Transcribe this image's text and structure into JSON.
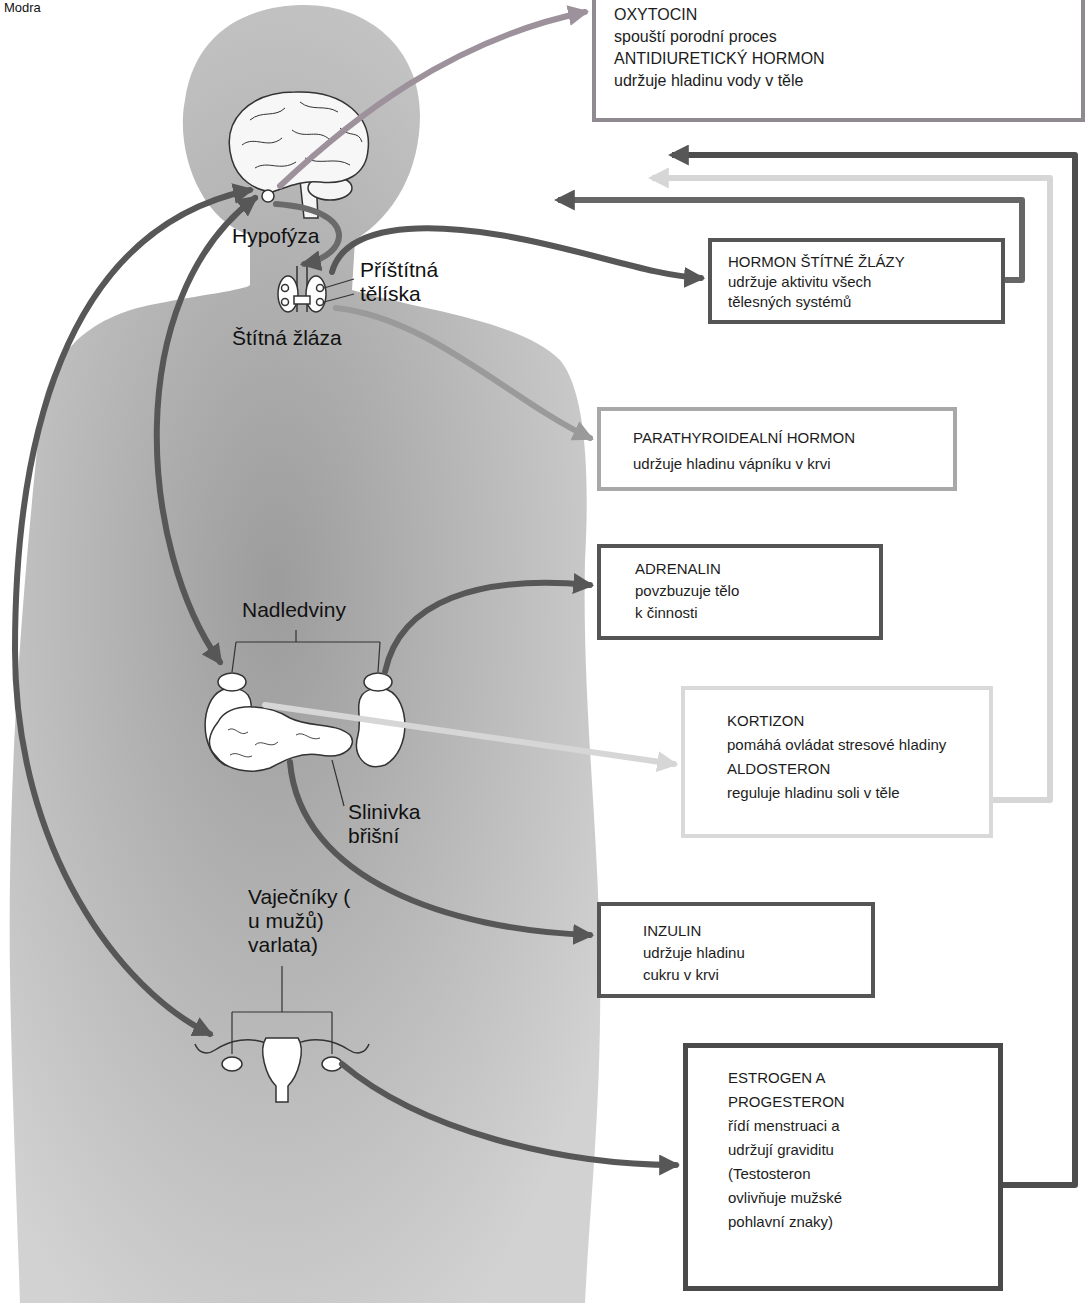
{
  "diagram": {
    "nodes": [
      {
        "text": [
          "OXYTOCIN",
          "spouští porodní proces",
          "ANTIDIURETICKÝ HORMON",
          "udržuje hladinu vody v těle"
        ]
      },
      {
        "text": [
          "HORMON ŠTÍTNÉ ŽLÁZY",
          "udržuje aktivitu všech tělesných systémů"
        ]
      },
      {
        "text": [
          "PARATHYROIDEALNÍ HORMON",
          "udržuje hladinu vápníku v krvi"
        ]
      },
      {
        "text": [
          "ADRENALIN",
          "povzbuzuje tělo k činnosti"
        ]
      },
      {
        "text": [
          "KORTIZON",
          "pomáhá ovládat stresové hladiny",
          "ALDOSTERON",
          "reguluje hladinu soli v těle"
        ]
      },
      {
        "text": [
          "INZULIN",
          "udržuje hladinu cukru v krvi"
        ]
      },
      {
        "text": [
          "ESTROGEN A PROGESTERON",
          "řídí menstruaci a udržují graviditu",
          "(Testosteron ovlivňuje mužské pohlavní znaky)"
        ]
      }
    ],
    "labels": [
      "Modra",
      "Hypofýza",
      "Příštítná tělíska",
      "Štítná žláza",
      "Nadledviny",
      "Slinivka břišní",
      "Vaječníky ( u mužů) varlata)"
    ]
  }
}
